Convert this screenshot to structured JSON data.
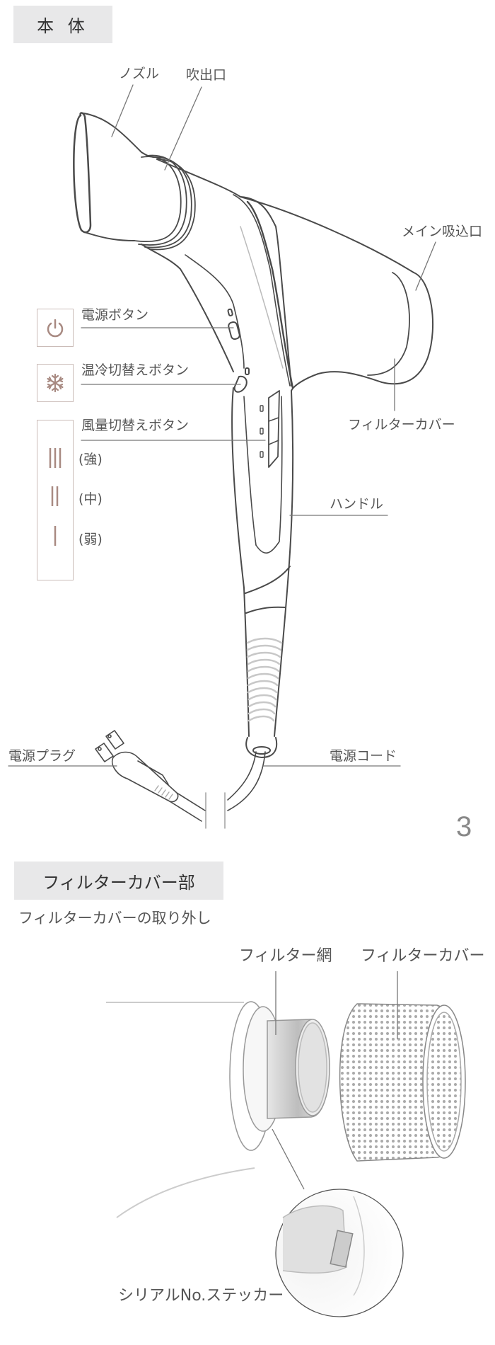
{
  "body_section": {
    "header": "本 体",
    "labels": {
      "nozzle": "ノズル",
      "outlet": "吹出口",
      "main_intake": "メイン吸込口",
      "filter_cover": "フィルターカバー",
      "handle": "ハンドル",
      "power_plug": "電源プラグ",
      "power_cord": "電源コード"
    },
    "buttons": {
      "power": {
        "label": "電源ボタン",
        "icon": "power-icon"
      },
      "temp_toggle": {
        "label": "温冷切替えボタン",
        "icon": "snowflake-icon"
      },
      "airflow_toggle": {
        "label": "風量切替えボタン",
        "levels": [
          {
            "icon": "three-bars-icon",
            "label": "(強)"
          },
          {
            "icon": "two-bars-icon",
            "label": "(中)"
          },
          {
            "icon": "one-bar-icon",
            "label": "(弱)"
          }
        ]
      }
    },
    "page_number": "3"
  },
  "filter_section": {
    "header": "フィルターカバー部",
    "subtitle": "フィルターカバーの取り外し",
    "labels": {
      "filter_mesh": "フィルター網",
      "filter_cover": "フィルターカバー",
      "serial_sticker": "シリアルNo.ステッカー"
    }
  },
  "colors": {
    "header_bg": "#e8e8e9",
    "icon_accent": "#a88a82",
    "line": "#4a4a4a",
    "leader": "#777777"
  }
}
